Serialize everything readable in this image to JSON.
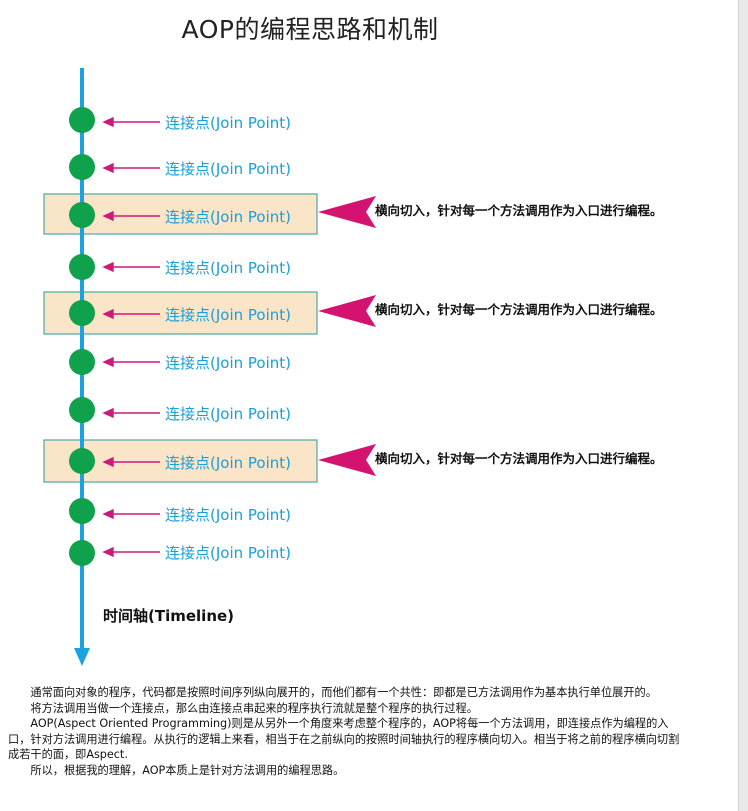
{
  "title": "AOP的编程思路和机制",
  "join_points": [
    "连接点(Join Point)",
    "连接点(Join Point)",
    "连接点(Join Point)",
    "连接点(Join Point)",
    "连接点(Join Point)",
    "连接点(Join Point)",
    "连接点(Join Point)",
    "连接点(Join Point)",
    "连接点(Join Point)",
    "连接点(Join Point)"
  ],
  "cut_label": "横向切入，针对每一个方法调用作为入口进行编程。",
  "timeline_label": "时间轴(Timeline)",
  "description": [
    "通常面向对象的程序，代码都是按照时间序列纵向展开的，而他们都有一个共性：即都是已方法调用作为基本执行单位展开的。",
    "将方法调用当做一个连接点，那么由连接点串起来的程序执行流就是整个程序的执行过程。",
    "AOP(Aspect Oriented Programming)则是从另外一个角度来考虑整个程序的，AOP将每一个方法调用，即连接点作为编程的入口，针对方法调用进行编程。从执行的逻辑上来看，相当于在之前纵向的按照时间轴执行的程序横向切入。相当于将之前的程序横向切割成若干的面，即Aspect.",
    "所以，根据我的理解，AOP本质上是针对方法调用的编程思路。"
  ],
  "colors": {
    "timeline": "#1aa3e0",
    "node": "#0fa14b",
    "pointer_arrow": "#cc1a78",
    "cut_arrow": "#d3136f",
    "highlight_fill": "#fbe5c9",
    "highlight_border": "#4aaaa0",
    "label": "#1a9fd8"
  }
}
